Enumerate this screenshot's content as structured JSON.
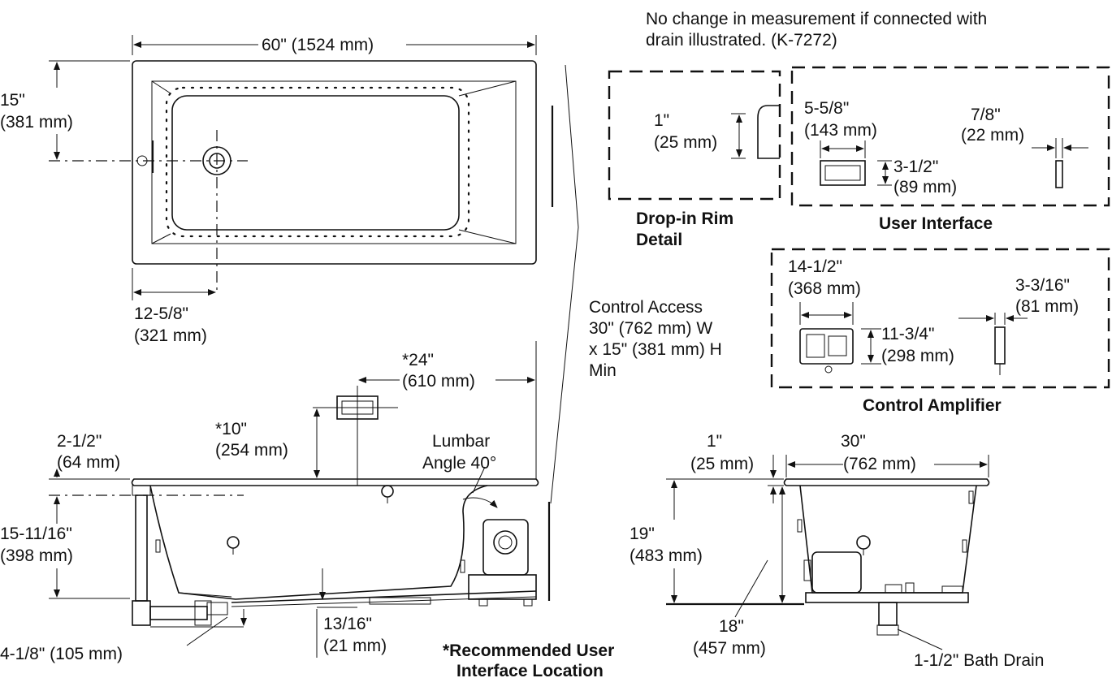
{
  "notes": {
    "drain_note_line1": "No change in measurement if connected with",
    "drain_note_line2": "drain illustrated. (K-7272)"
  },
  "top_view": {
    "width_label": "60\" (1524 mm)",
    "drain_offset_label_line1": "15\"",
    "drain_offset_label_line2": "(381 mm)",
    "drain_from_end_line1": "12-5/8\"",
    "drain_from_end_line2": "(321 mm)"
  },
  "rim_detail": {
    "dim_line1": "1\"",
    "dim_line2": "(25 mm)",
    "caption_line1": "Drop-in Rim",
    "caption_line2": "Detail"
  },
  "user_interface": {
    "width_line1": "5-5/8\"",
    "width_line2": "(143 mm)",
    "height_line1": "3-1/2\"",
    "height_line2": "(89 mm)",
    "depth_line1": "7/8\"",
    "depth_line2": "(22 mm)",
    "caption": "User Interface"
  },
  "control_access": {
    "line1": "Control Access",
    "line2": "30\" (762 mm) W",
    "line3": "x 15\" (381 mm) H",
    "line4": "Min"
  },
  "control_amplifier": {
    "width_line1": "14-1/2\"",
    "width_line2": "(368 mm)",
    "height_line1": "11-3/4\"",
    "height_line2": "(298 mm)",
    "depth_line1": "3-3/16\"",
    "depth_line2": "(81 mm)",
    "caption": "Control Amplifier"
  },
  "side_view": {
    "ui_from_end_line1": "*24\"",
    "ui_from_end_line2": "(610 mm)",
    "ui_above_rim_line1": "*10\"",
    "ui_above_rim_line2": "(254 mm)",
    "rim_thickness_line1": "2-1/2\"",
    "rim_thickness_line2": "(64 mm)",
    "lumbar_line1": "Lumbar",
    "lumbar_line2": "Angle 40°",
    "depth_line1": "15-11/16\"",
    "depth_line2": "(398 mm)",
    "drain_low_label": "4-1/8\" (105 mm)",
    "bottom_line1": "13/16\"",
    "bottom_line2": "(21 mm)",
    "recommended_line1": "*Recommended User",
    "recommended_line2": "Interface Location"
  },
  "end_view": {
    "rim_line1": "1\"",
    "rim_line2": "(25 mm)",
    "width_line1": "30\"",
    "width_line2": "(762 mm)",
    "height_line1": "19\"",
    "height_line2": "(483 mm)",
    "inner_line1": "18\"",
    "inner_line2": "(457 mm)",
    "drain_label": "1-1/2\" Bath Drain"
  }
}
